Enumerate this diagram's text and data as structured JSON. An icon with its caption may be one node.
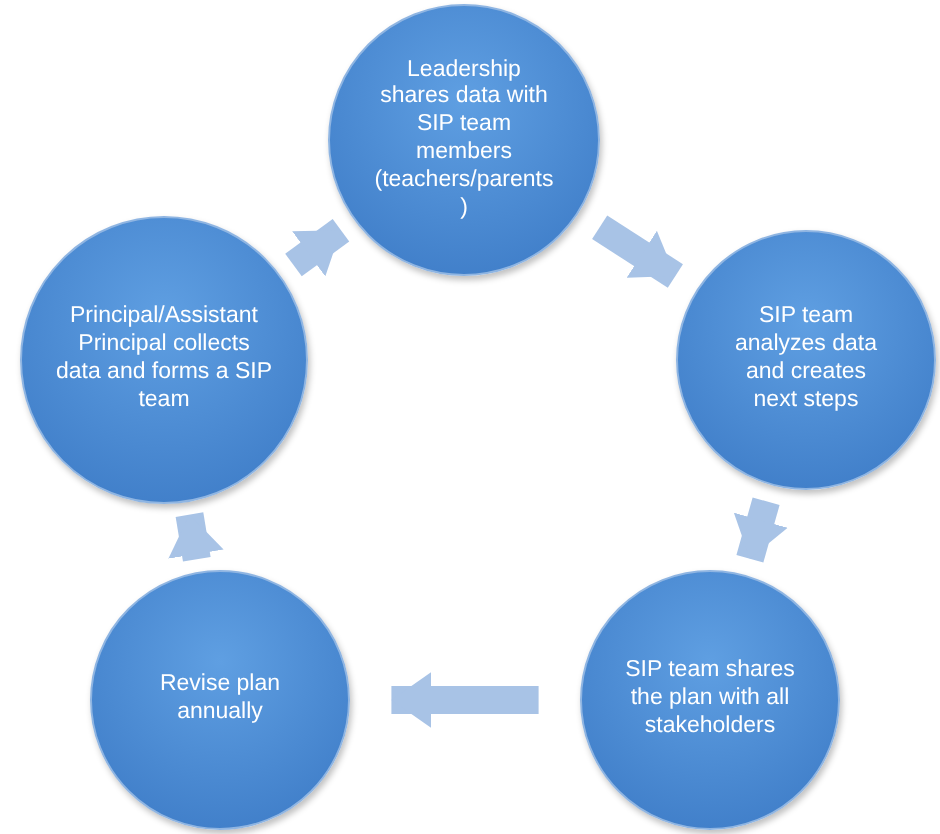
{
  "diagram": {
    "nodes": [
      {
        "text": [
          "Leadership shares data with SIP team members (teachers/parents)"
        ]
      },
      {
        "text": [
          "SIP team analyzes data and creates next steps"
        ]
      },
      {
        "text": [
          "SIP team shares the plan with all stakeholders"
        ]
      },
      {
        "text": [
          "Revise plan annually"
        ]
      },
      {
        "text": [
          "Principal/Assistant Principal collects data and forms a SIP team"
        ]
      }
    ],
    "edges": [
      {
        "from": 4,
        "to": 0,
        "arrow": "to"
      },
      {
        "from": 0,
        "to": 1,
        "arrow": "to"
      },
      {
        "from": 1,
        "to": 2,
        "arrow": "to"
      },
      {
        "from": 2,
        "to": 3,
        "arrow": "to"
      },
      {
        "from": 3,
        "to": 4,
        "arrow": "to"
      }
    ]
  }
}
